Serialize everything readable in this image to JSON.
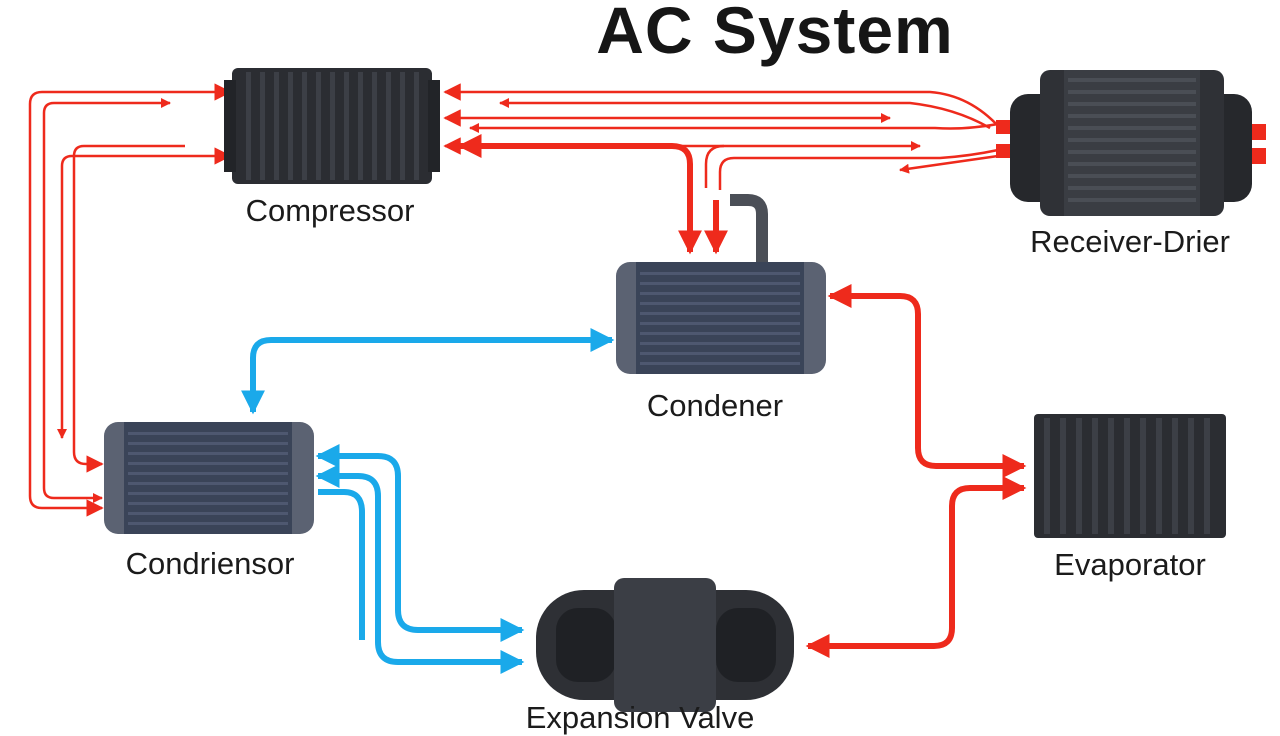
{
  "title": "AC System",
  "labels": {
    "compressor": "Compressor",
    "receiver_drier": "Receiver-Drier",
    "condener": "Condener",
    "condriensor": "Condriensor",
    "evaporator": "Evaporator",
    "expansion_valve": "Expansion Valve"
  },
  "colors": {
    "hot_line": "#ee2a1c",
    "cold_line": "#1aa9ea",
    "component_body": "#2e3138",
    "heat_exchanger_body": "#3a4458",
    "end_cap": "#5b6272"
  }
}
